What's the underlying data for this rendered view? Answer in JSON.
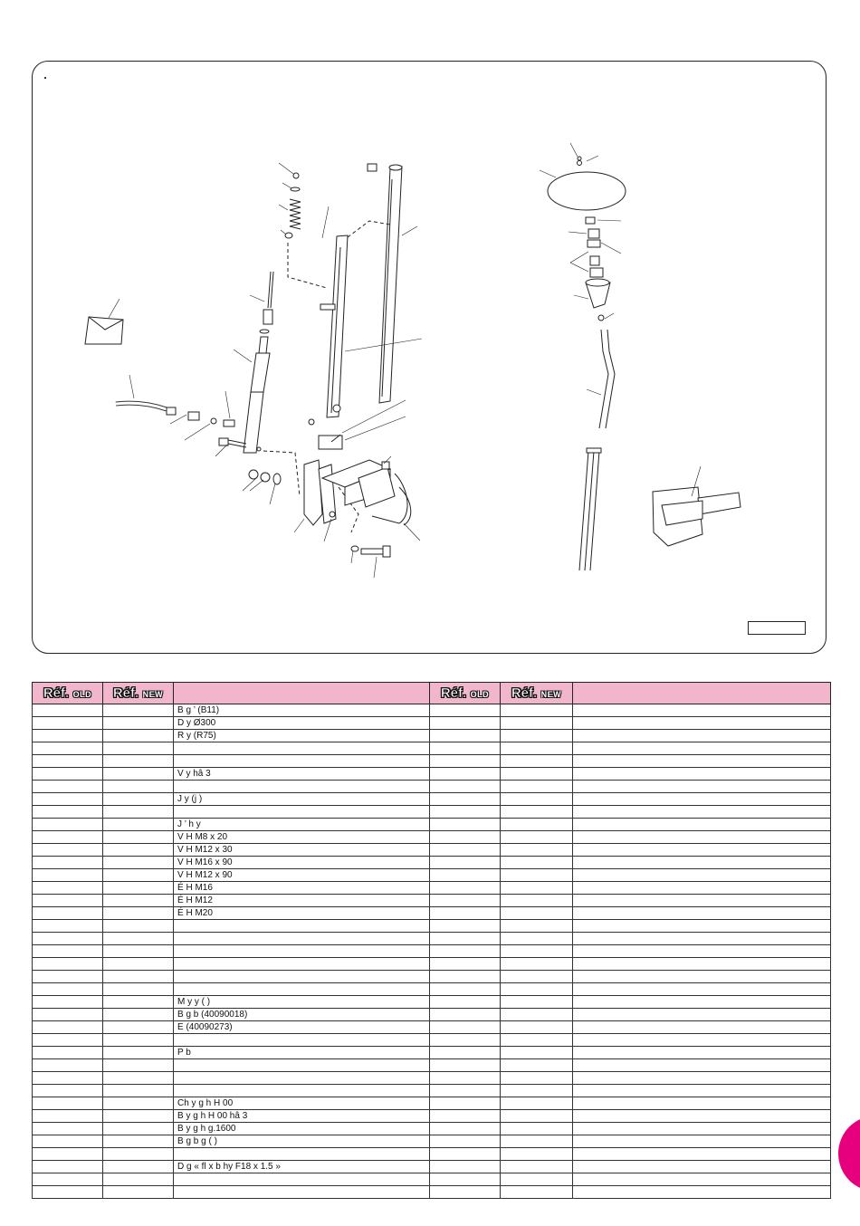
{
  "header": {
    "ref_label": "Réf.",
    "old_tag": "OLD",
    "new_tag": "NEW"
  },
  "colors": {
    "header_bg": "#f2b6cc",
    "accent_tab": "#e6007e"
  },
  "table": {
    "rows": [
      "B g ’ (B11)",
      "D y Ø300",
      "R y (R75)",
      "",
      "",
      "V y hâ 3",
      "",
      "J y (j )",
      "",
      "J ’ h y",
      "V H M8 x 20",
      "V H M12 x 30",
      "V H M16 x 90",
      "V H M12 x 90",
      "É H M16",
      "É H M12",
      "É H M20",
      "",
      "",
      "",
      "",
      "",
      "",
      "M y y ( )",
      "B g b (40090018)",
      "E (40090273)",
      "",
      "P b",
      "",
      "",
      "",
      "Ch y g h H 00",
      "B y g h H 00 hâ 3",
      "B y g h g.1600",
      "B g b g ( )",
      "",
      "D g « fl x b hy F18 x 1.5 »",
      "",
      ""
    ]
  }
}
